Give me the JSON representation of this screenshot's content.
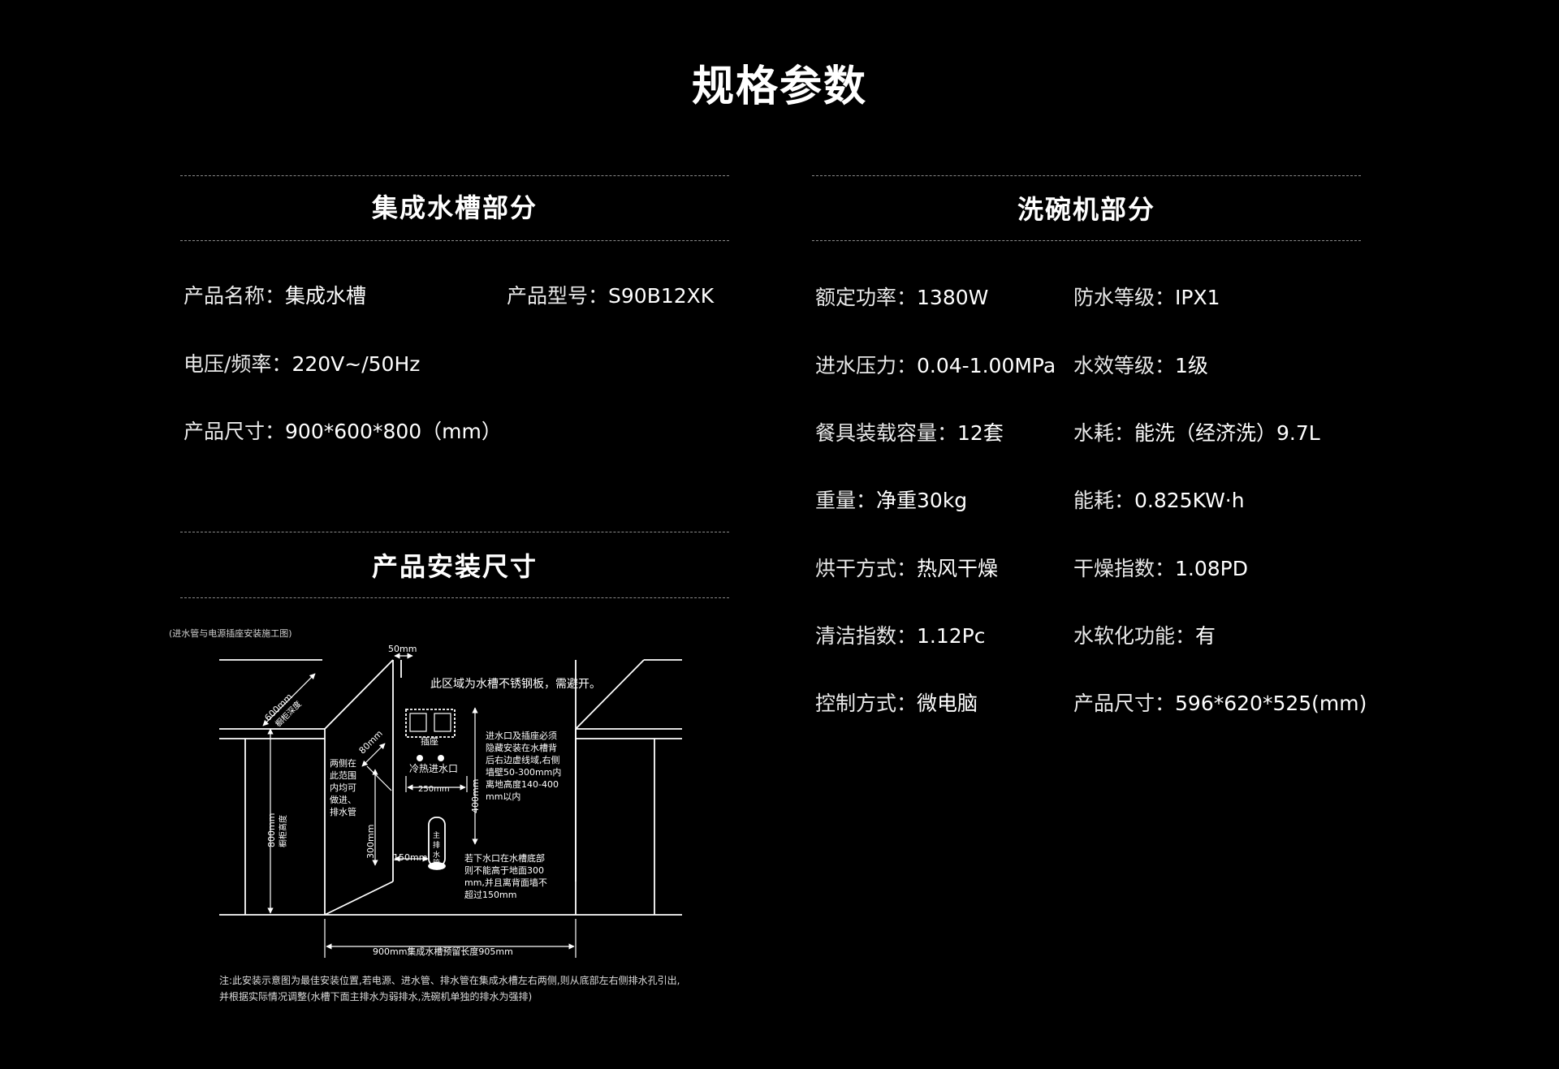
{
  "page": {
    "title": "规格参数"
  },
  "sink": {
    "heading": "集成水槽部分",
    "specs": [
      {
        "label": "产品名称：",
        "value": "集成水槽"
      },
      {
        "label": "产品型号：",
        "value": "S90B12XK"
      },
      {
        "label": "电压/频率：",
        "value": "220V~/50Hz"
      },
      {
        "label": "产品尺寸：",
        "value": "900*600*800（mm）"
      }
    ]
  },
  "install": {
    "heading": "产品安装尺寸",
    "caption": "(进水管与电源插座安装施工图)",
    "labels": {
      "top_gap": "50mm",
      "depth": "600mm",
      "depth_sub": "橱柜深度",
      "steel_note": "此区域为水槽不锈钢板，需避开。",
      "offset": "80mm",
      "socket": "插座",
      "side_note": [
        "两侧在",
        "此范围",
        "内均可",
        "做进、",
        "排水管"
      ],
      "inlet": "冷热进水口",
      "width_250": "250mm",
      "height_400": "400mm",
      "hidden_note": [
        "进水口及插座必须",
        "隐藏安装在水槽背",
        "后右边虚线域,右侧",
        "墙壁50-300mm内",
        "离地高度140-400",
        "mm以内"
      ],
      "height_300": "300mm",
      "height_800": "800mm",
      "height_800_sub": "橱柜高度",
      "drain": "主排水管",
      "dist_150": "150mm",
      "drain_note": [
        "若下水口在水槽底部",
        "则不能高于地面300",
        "mm,并且离背面墙不",
        "超过150mm"
      ],
      "bottom_width": "900mm集成水槽预留长度905mm"
    },
    "note_lines": [
      "注:此安装示意图为最佳安装位置,若电源、进水管、排水管在集成水槽左右两侧,则从底部左右侧排水孔引出,",
      "并根据实际情况调整(水槽下面主排水为弱排水,洗碗机单独的排水为强排)"
    ]
  },
  "dishwasher": {
    "heading": "洗碗机部分",
    "specs": [
      {
        "label": "额定功率：",
        "value": "1380W"
      },
      {
        "label": "防水等级：",
        "value": "IPX1"
      },
      {
        "label": "进水压力：",
        "value": "0.04-1.00MPa"
      },
      {
        "label": "水效等级：",
        "value": "1级"
      },
      {
        "label": "餐具装载容量：",
        "value": "12套"
      },
      {
        "label": "水耗：",
        "value": "能洗（经济洗）9.7L"
      },
      {
        "label": "重量：",
        "value": "净重30kg"
      },
      {
        "label": "能耗：",
        "value": "0.825KW·h"
      },
      {
        "label": "烘干方式：",
        "value": "热风干燥"
      },
      {
        "label": "干燥指数：",
        "value": "1.08PD"
      },
      {
        "label": "清洁指数：",
        "value": "1.12Pc"
      },
      {
        "label": "水软化功能：",
        "value": "有"
      },
      {
        "label": "控制方式：",
        "value": "微电脑"
      },
      {
        "label": "产品尺寸：",
        "value": "596*620*525(mm)"
      }
    ]
  }
}
